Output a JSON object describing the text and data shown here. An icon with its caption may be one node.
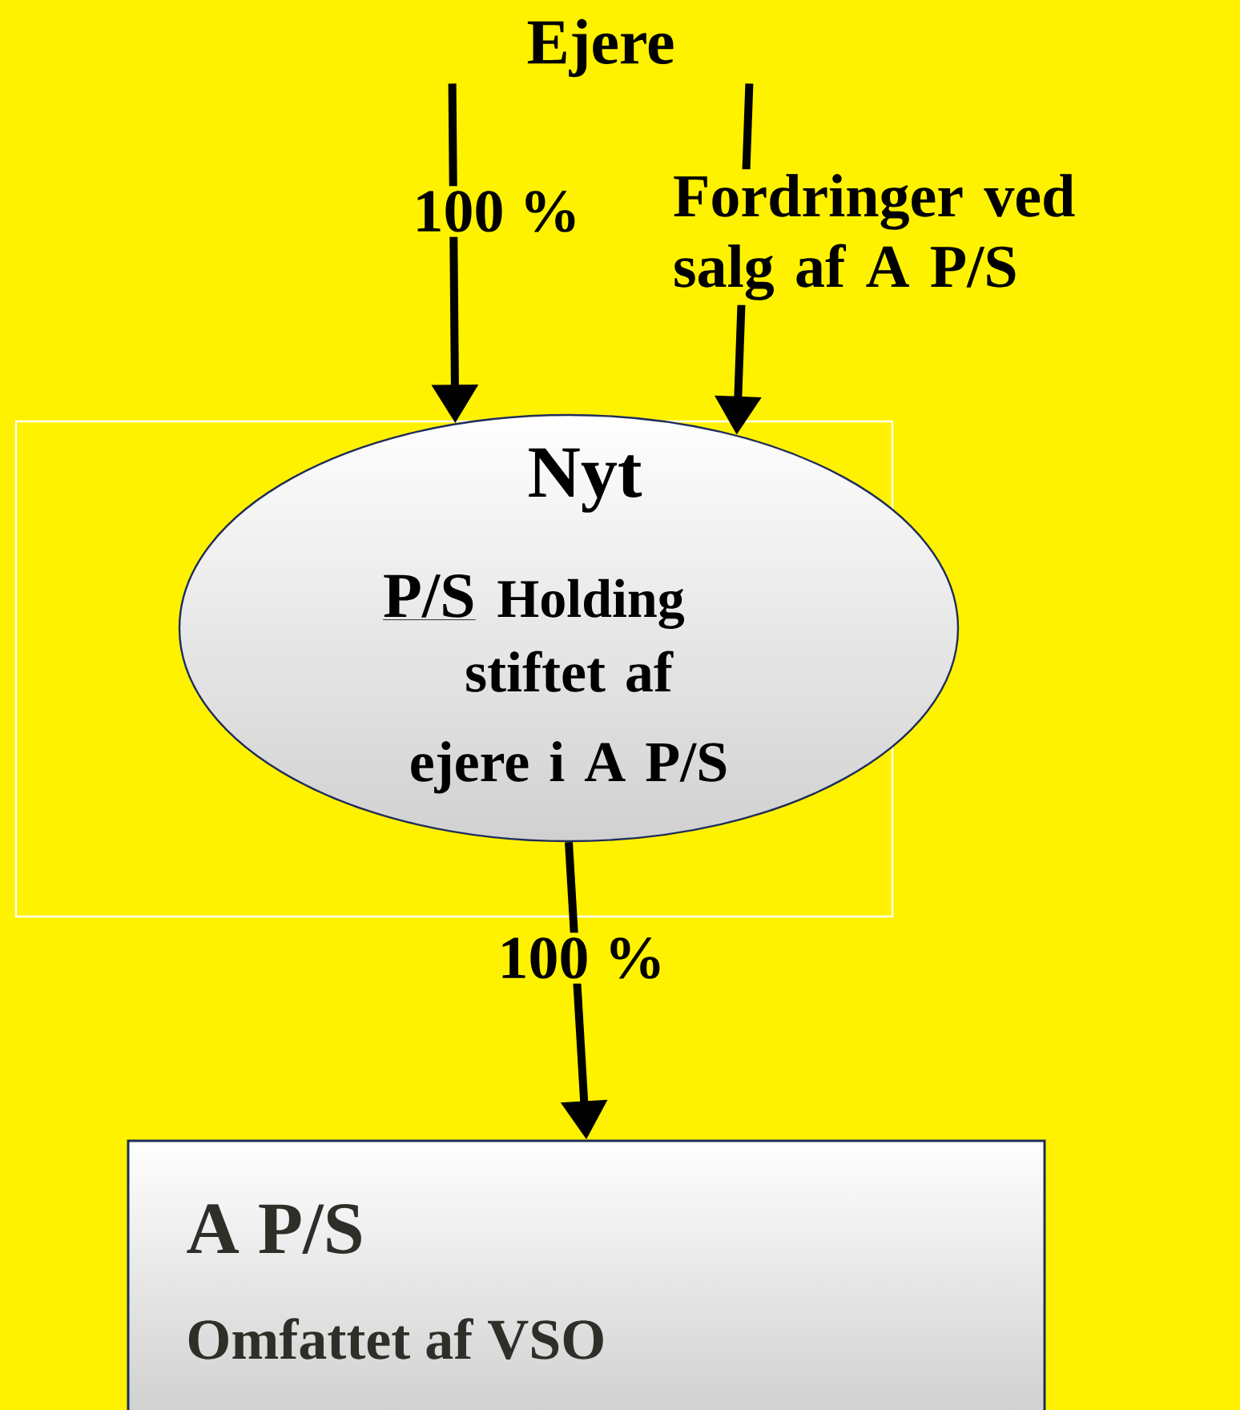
{
  "diagram": {
    "nodes": [
      {
        "text": [
          "Ejere"
        ]
      },
      {
        "text": [],
        "shape": "box"
      },
      {
        "text": [
          "Nyt",
          "P/S",
          "Holding",
          "stiftet af ejere i A P/S"
        ],
        "in": 1
      },
      {
        "text": [
          "A P/S",
          "Omfattet af VSO"
        ]
      }
    ],
    "edges": [
      {
        "from": 0,
        "to": 2,
        "arrow": "to",
        "label": "100 %"
      },
      {
        "from": 0,
        "to": 2,
        "arrow": "to",
        "label": "Fordringer ved salg af A P/S"
      },
      {
        "from": 2,
        "to": 3,
        "arrow": "to",
        "label": "100 %"
      }
    ]
  }
}
